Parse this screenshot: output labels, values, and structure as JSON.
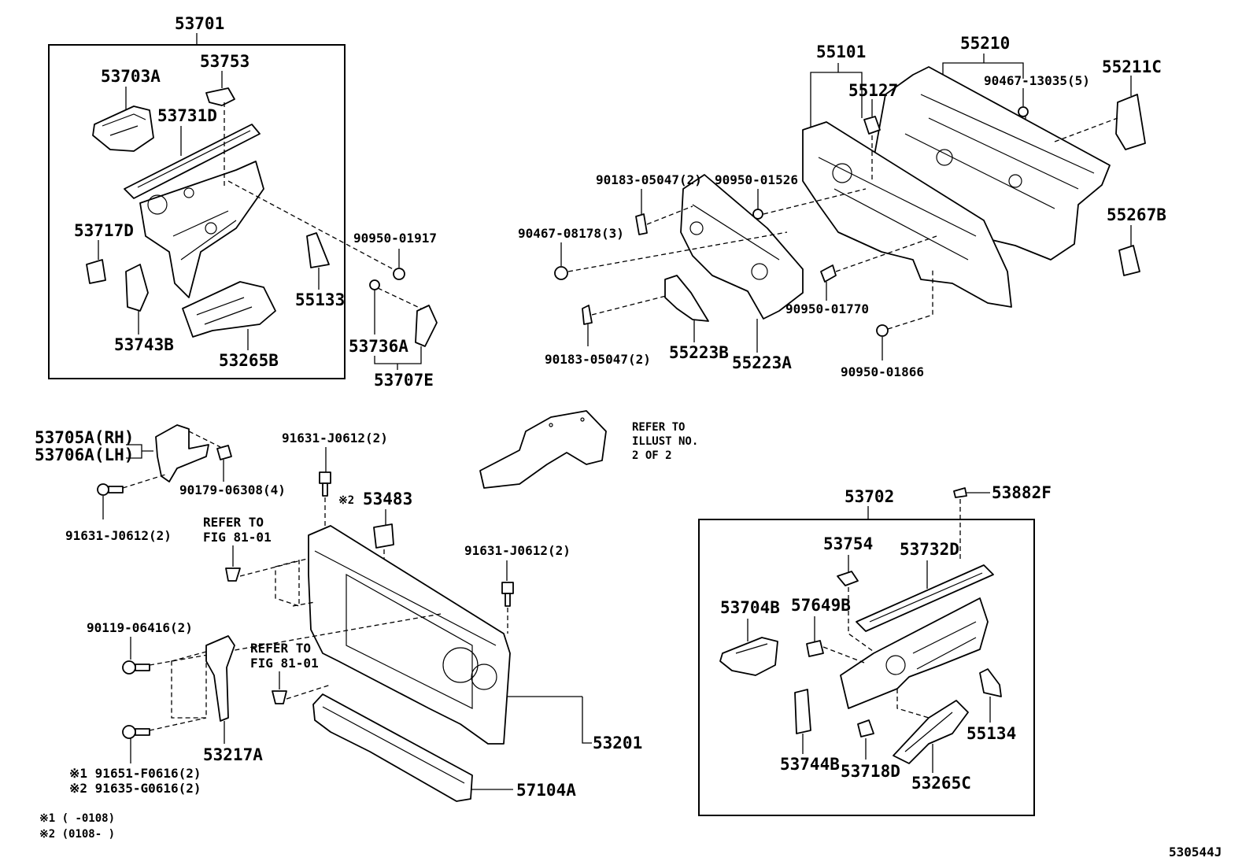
{
  "labels": {
    "p53701": "53701",
    "p53703a": "53703A",
    "p53753": "53753",
    "p53731d": "53731D",
    "p53717d": "53717D",
    "p55133": "55133",
    "p53743b": "53743B",
    "p53265b": "53265B",
    "p90950_01917": "90950-01917",
    "p53736a": "53736A",
    "p53707e": "53707E",
    "p55101": "55101",
    "p55210": "55210",
    "p55211c": "55211C",
    "p55127": "55127",
    "p90467_13035": "90467-13035(5)",
    "p90183_05047_top": "90183-05047(2)",
    "p90950_01526": "90950-01526",
    "p90467_08178": "90467-08178(3)",
    "p55267b": "55267B",
    "p90950_01770": "90950-01770",
    "p90183_05047_bot": "90183-05047(2)",
    "p55223b": "55223B",
    "p55223a": "55223A",
    "p90950_01866": "90950-01866",
    "p53705a": "53705A(RH)",
    "p53706a": "53706A(LH)",
    "p91631_top": "91631-J0612(2)",
    "p90179_06308": "90179-06308(4)",
    "p91631_left": "91631-J0612(2)",
    "p53483": "53483",
    "p53483_mark": "※2",
    "p91631_right": "91631-J0612(2)",
    "p90119_06416": "90119-06416(2)",
    "p53217a": "53217A",
    "p91651": "※1 91651-F0616(2)",
    "p91635": "※2 91635-G0616(2)",
    "p53201": "53201",
    "p57104a": "57104A",
    "p53702": "53702",
    "p53882f": "53882F",
    "p53754": "53754",
    "p53732d": "53732D",
    "p53704b": "53704B",
    "p57649b": "57649B",
    "p55134": "55134",
    "p53744b": "53744B",
    "p53718d": "53718D",
    "p53265c": "53265C"
  },
  "refs": {
    "refer_to_a": "REFER TO",
    "fig_a": "FIG 81-01",
    "refer_to_b": "REFER TO",
    "fig_b": "FIG 81-01",
    "illust_1": "REFER TO",
    "illust_2": "ILLUST NO.",
    "illust_3": "2 OF 2"
  },
  "footnotes": {
    "note1": "※1 (      -0108)",
    "note2": "※2 (0108-      )"
  },
  "diagram_id": "530544J"
}
